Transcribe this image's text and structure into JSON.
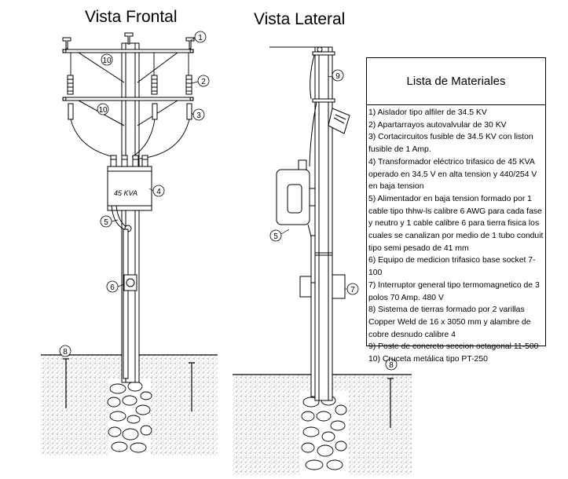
{
  "titles": {
    "front": "Vista Frontal",
    "side": "Vista Lateral"
  },
  "materials": {
    "heading": "Lista de Materiales",
    "items": [
      "1) Aislador tipo alfiler de 34.5 KV",
      "2) Apartarrayos autovalvular de 30 KV",
      "3) Cortacircuitos fusible de 34.5 KV con liston fusible de 1 Amp.",
      "4) Transformador eléctrico trifasico de 45 KVA operado en 34.5 V en alta tension y 440/254 V en baja tension",
      "5) Alimentador en baja tension formado por 1 cable tipo thhw-ls calibre 6 AWG para cada fase y neutro y 1 cable calibre 6 para tierra fisica los cuales se canalizan por medio de 1 tubo conduit tipo semi pesado de 41 mm",
      "6) Equipo de medicion trifasico base socket 7-100",
      "7) Interruptor general tipo termomagnetico de 3 polos 70 Amp. 480 V",
      "8) Sistema de tierras formado por 2 varillas Copper Weld de 16 x 3050 mm y alambre de cobre desnudo calibre 4",
      "9) Poste de concreto seccion octagonal 11-500",
      "10) Cruceta metálica tipo PT-250"
    ]
  },
  "front_view": {
    "transformer_label": "45 KVA",
    "callouts": [
      "1",
      "2",
      "3",
      "10",
      "10",
      "4",
      "5",
      "6",
      "8"
    ]
  },
  "side_view": {
    "callouts": [
      "9",
      "5",
      "7",
      "8"
    ]
  }
}
